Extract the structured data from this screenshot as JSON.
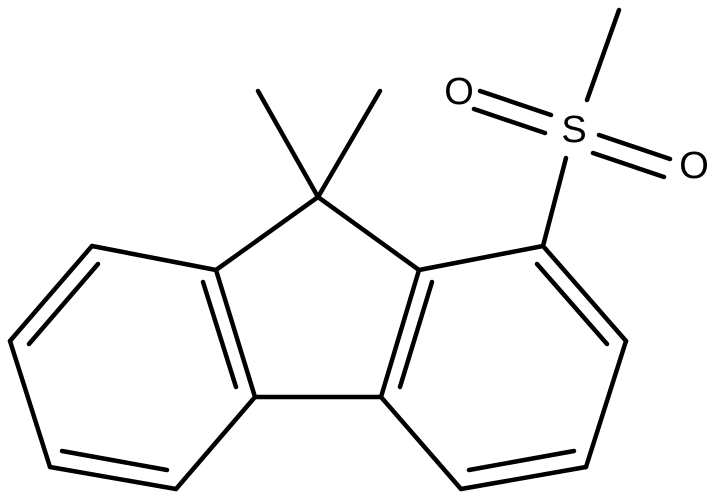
{
  "molecule": {
    "atoms": [
      {
        "id": "S",
        "symbol": "S"
      },
      {
        "id": "O1",
        "symbol": "O"
      },
      {
        "id": "O2",
        "symbol": "O"
      }
    ],
    "colors": {
      "bond": "#000000",
      "label": "#000000",
      "background": "#ffffff"
    }
  }
}
